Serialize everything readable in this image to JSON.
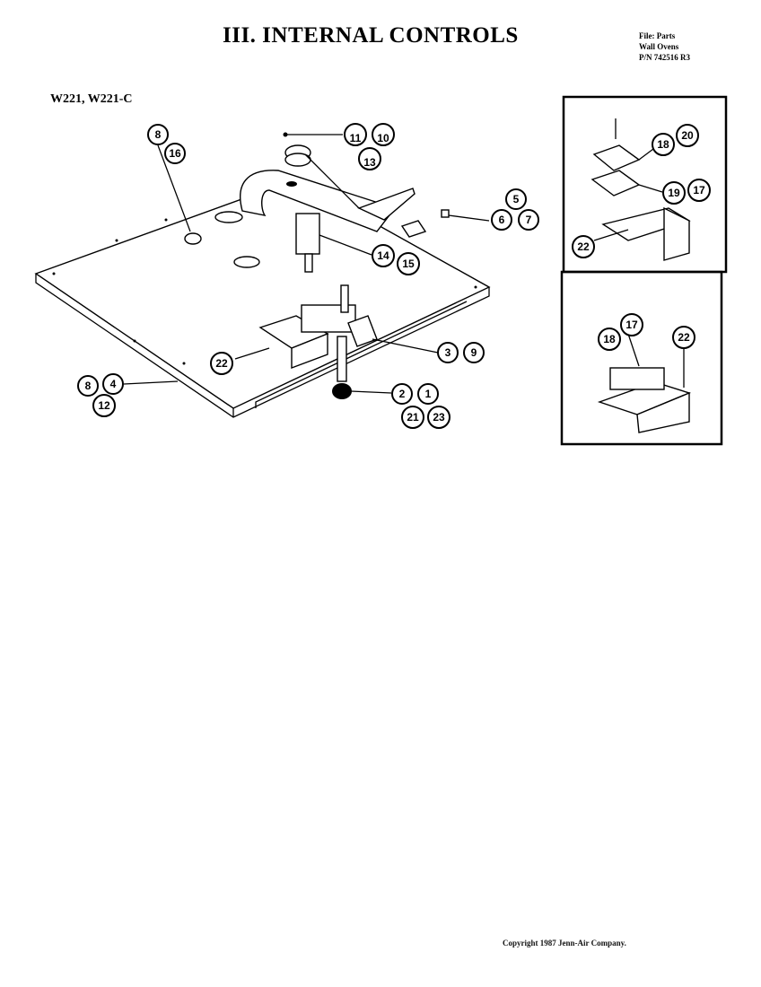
{
  "header": {
    "title": "III. INTERNAL CONTROLS",
    "file_lines": [
      "File: Parts",
      "Wall Ovens",
      "P/N 742516 R3"
    ]
  },
  "model": "W221, W221-C",
  "callouts": {
    "c8a": "8",
    "c16a": "16",
    "c11": "11",
    "c10": "10",
    "c13": "13",
    "c5": "5",
    "c6": "6",
    "c7": "7",
    "c14": "14",
    "c15": "15",
    "c3": "3",
    "c9": "9",
    "c2": "2",
    "c1": "1",
    "c21": "21",
    "c23": "23",
    "c22a": "22",
    "c8b": "8",
    "c4": "4",
    "c12": "12",
    "c18a": "18",
    "c20": "20",
    "c19": "19",
    "c17a": "17",
    "c22b": "22",
    "c18b": "18",
    "c17b": "17",
    "c22c": "22"
  },
  "footer": {
    "copyright": "Copyright 1987 Jenn-Air Company."
  }
}
